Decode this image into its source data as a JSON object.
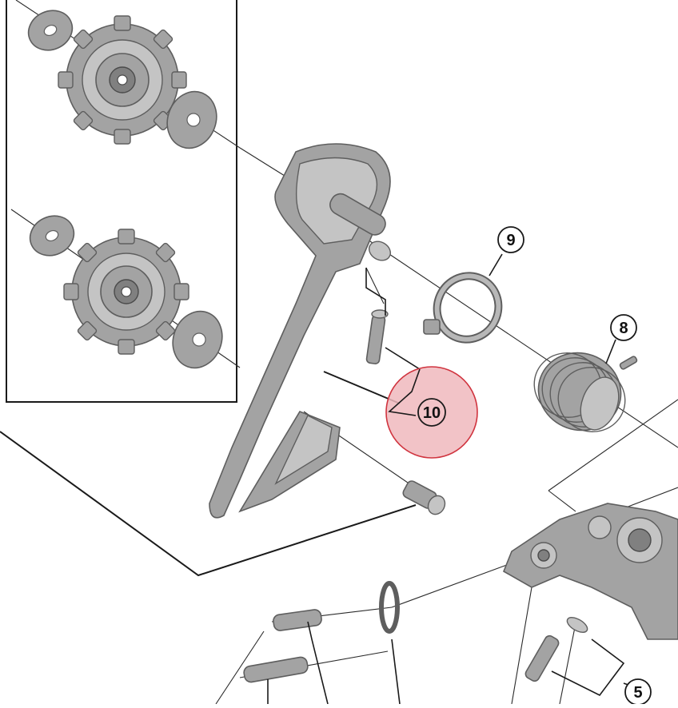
{
  "diagram": {
    "colors": {
      "part_fill": "#a3a3a3",
      "part_outline": "#5e5e5e",
      "line": "#1a1a1a",
      "highlight_fill": "#f0b8bd",
      "highlight_stroke": "#d0343f",
      "background": "#ffffff"
    },
    "callouts": [
      {
        "id": "callout-9",
        "label": "9",
        "highlighted": false
      },
      {
        "id": "callout-8",
        "label": "8",
        "highlighted": false
      },
      {
        "id": "callout-10",
        "label": "10",
        "highlighted": true
      },
      {
        "id": "callout-5",
        "label": "5",
        "highlighted": false
      }
    ]
  }
}
